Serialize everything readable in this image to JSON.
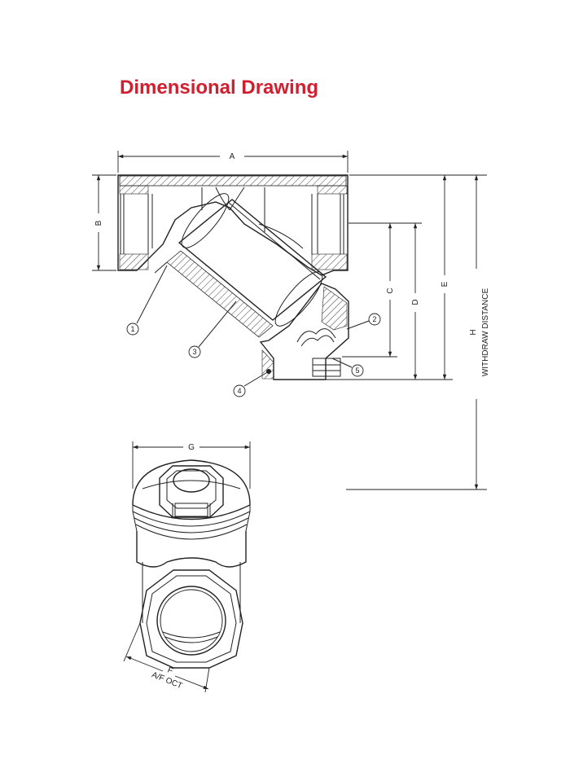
{
  "title": "Dimensional Drawing",
  "colors": {
    "title": "#d0202f",
    "line": "#222222",
    "hatch": "#444444"
  },
  "dimensions": {
    "a": "A",
    "b": "B",
    "c": "C",
    "d": "D",
    "e": "E",
    "h": "H",
    "withdraw": "WITHDRAW DISTANCE",
    "g": "G",
    "f": "F",
    "af_oct": "A/F OCT"
  },
  "balloons": [
    "1",
    "2",
    "3",
    "4",
    "5"
  ]
}
